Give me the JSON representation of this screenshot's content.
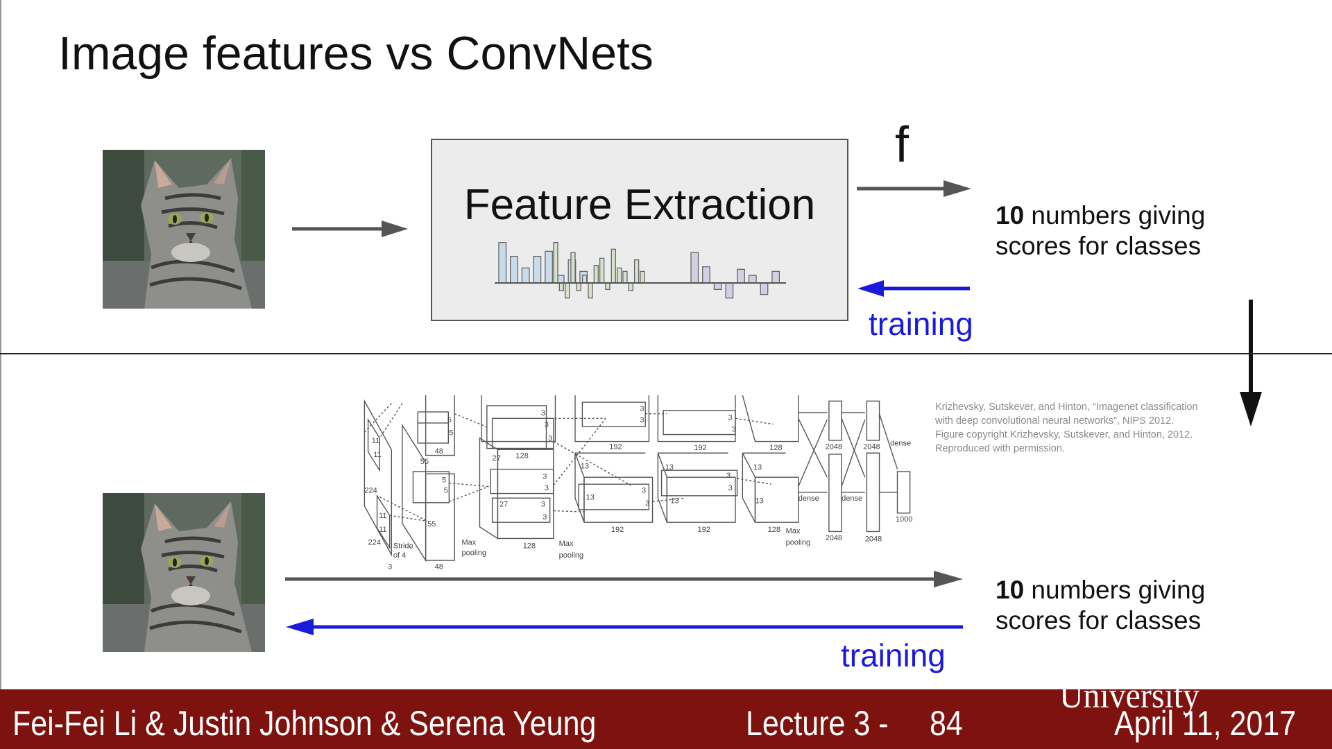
{
  "slide": {
    "title": "Image features vs ConvNets",
    "top": {
      "box_title": "Feature Extraction",
      "f_label": "f",
      "scores_bold": "10",
      "scores_line1_rest": " numbers giving",
      "scores_line2": "scores for classes",
      "training_label": "training"
    },
    "bottom": {
      "scores_bold": "10",
      "scores_line1_rest": " numbers giving",
      "scores_line2": "scores for classes",
      "training_label": "training"
    },
    "citation": [
      "Krizhevsky, Sutskever, and Hinton, “Imagenet classification",
      "with deep convolutional neural networks”, NIPS 2012.",
      "Figure copyright Krizhevsky, Sutskever, and Hinton, 2012.",
      "Reproduced with permission."
    ],
    "alexnet_labels": [
      "11",
      "11",
      "224",
      "224",
      "11",
      "11",
      "Stride",
      "of 4",
      "3",
      "5",
      "5",
      "48",
      "55",
      "5",
      "5",
      "55",
      "48",
      "Max",
      "pooling",
      "3",
      "3",
      "3",
      "128",
      "27",
      "3",
      "3",
      "27",
      "3",
      "3",
      "128",
      "Max",
      "pooling",
      "3",
      "3",
      "192",
      "13",
      "3",
      "13",
      "3",
      "192",
      "3",
      "3",
      "192",
      "13",
      "3",
      "3",
      "13",
      "192",
      "128",
      "13",
      "13",
      "128",
      "Max",
      "pooling",
      "2048",
      "2048",
      "dense",
      "dense",
      "dense",
      "2048",
      "2048",
      "1000"
    ],
    "feature_bars": {
      "groups": [
        {
          "color": "#c9dcec",
          "values": [
            175,
            115,
            65,
            115,
            137,
            33,
            100,
            50
          ]
        },
        {
          "color": "#d6e2cc",
          "values": [
            175,
            -33,
            -65,
            132,
            -33,
            33,
            -65,
            76,
            107,
            -28,
            146,
            65,
            50,
            -33,
            100,
            50
          ]
        },
        {
          "color": "#d4d0e4",
          "values": [
            132,
            70,
            -28,
            -65,
            59,
            33,
            -50,
            50
          ]
        }
      ]
    }
  },
  "footer": {
    "authors": "Fei-Fei Li & Justin Johnson & Serena Yeung",
    "lecture": "Lecture 3 -",
    "page": "84",
    "date": "April 11, 2017",
    "university": "University"
  },
  "colors": {
    "footer_bg": "#7d120e",
    "training_blue": "#1a1adb",
    "arrow_gray": "#555555"
  }
}
